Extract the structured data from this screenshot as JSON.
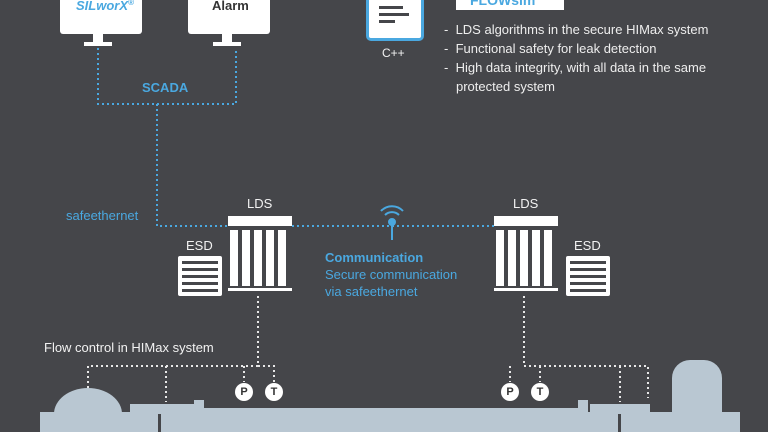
{
  "monitors": {
    "left_label_brand": "SIL",
    "left_label_rest": "worX",
    "left_label_reg": "®",
    "right_label": "Alarm"
  },
  "scada_label": "SCADA",
  "safeethernet_label": "safeethernet",
  "software": {
    "logo_text": "FLOWsim",
    "lang_label": "C++"
  },
  "bullets": [
    "LDS algorithms in the secure HIMax system",
    "Functional safety for leak detection",
    "High data integrity, with all data in the same",
    "protected system"
  ],
  "lds_left_label": "LDS",
  "lds_right_label": "LDS",
  "esd_left_label": "ESD",
  "esd_right_label": "ESD",
  "communication": {
    "title": "Communication",
    "line1": "Secure communication",
    "line2": "via safeethernet"
  },
  "flow_control_label": "Flow control in HIMax system",
  "sensors": {
    "p": "P",
    "t": "T"
  },
  "colors": {
    "background": "#45464a",
    "accent_blue": "#4aa8e0",
    "pipe": "#b9c7d2",
    "white": "#ffffff"
  }
}
